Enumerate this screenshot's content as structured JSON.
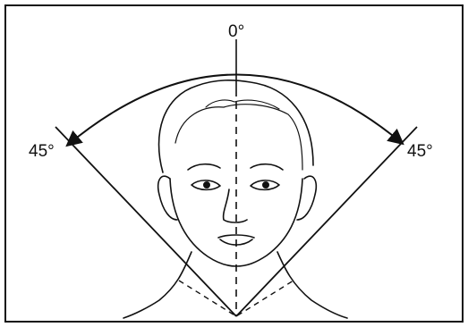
{
  "diagram": {
    "labels": {
      "center_angle": "0°",
      "left_angle": "45°",
      "right_angle": "45°"
    },
    "colors": {
      "ink": "#111111",
      "background": "#ffffff"
    },
    "subject": "head-illustration"
  }
}
